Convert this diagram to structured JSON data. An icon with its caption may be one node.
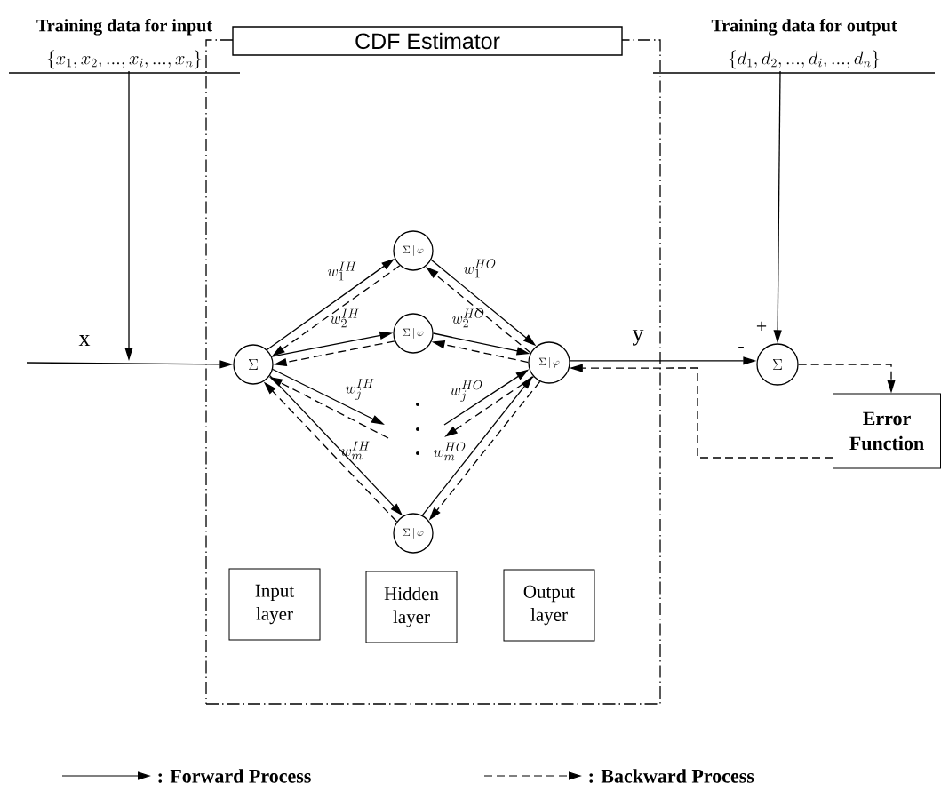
{
  "diagram": {
    "nodes": [
      {
        "text": [
          "Training data for input",
          "\\{x_1, x_2, ..., x_i, ..., x_n\\}"
        ]
      },
      {
        "text": [
          "Training data for output",
          "\\{d_1, d_2, ..., d_i, ..., d_n\\}"
        ]
      },
      {
        "text": [
          "CDF Estimator"
        ]
      },
      {
        "text": [
          "\\Sigma"
        ],
        "in": 2
      },
      {
        "text": [
          "\\Sigma \\,|\\, \\varphi"
        ],
        "in": 2
      },
      {
        "text": [
          "\\Sigma \\,|\\, \\varphi"
        ],
        "in": 2
      },
      {
        "text": [
          "\\Sigma \\,|\\, \\varphi"
        ],
        "in": 2
      },
      {
        "text": [
          "\\Sigma \\,|\\, \\varphi"
        ],
        "in": 2
      },
      {
        "text": [
          "Input layer"
        ],
        "in": 2
      },
      {
        "text": [
          "Hidden layer"
        ],
        "in": 2
      },
      {
        "text": [
          "Output layer"
        ],
        "in": 2
      },
      {
        "text": [
          "\\Sigma"
        ]
      },
      {
        "text": [
          "Error Function"
        ]
      }
    ],
    "edges": [
      {
        "from": null,
        "to": 3,
        "arrow": "to",
        "label": "x"
      },
      {
        "from": 0,
        "to": null,
        "arrow": "to"
      },
      {
        "from": 3,
        "to": 4,
        "arrow": "to",
        "label": "w_1^{IH}"
      },
      {
        "from": 4,
        "to": 3,
        "arrow": "to",
        "style": "dashed"
      },
      {
        "from": 3,
        "to": 5,
        "arrow": "to",
        "label": "w_2^{IH}"
      },
      {
        "from": 5,
        "to": 3,
        "arrow": "to",
        "style": "dashed"
      },
      {
        "from": 3,
        "to": null,
        "arrow": "to",
        "label": "w_j^{IH}"
      },
      {
        "from": null,
        "to": 3,
        "arrow": "to",
        "style": "dashed"
      },
      {
        "from": 3,
        "to": 6,
        "arrow": "to",
        "label": "w_m^{IH}"
      },
      {
        "from": 6,
        "to": 3,
        "arrow": "to",
        "style": "dashed"
      },
      {
        "from": 4,
        "to": 7,
        "arrow": "to",
        "label": "w_1^{HO}"
      },
      {
        "from": 7,
        "to": 4,
        "arrow": "to",
        "style": "dashed"
      },
      {
        "from": 5,
        "to": 7,
        "arrow": "to",
        "label": "w_2^{HO}"
      },
      {
        "from": 7,
        "to": 5,
        "arrow": "to",
        "style": "dashed"
      },
      {
        "from": null,
        "to": 7,
        "arrow": "to",
        "label": "w_j^{HO}"
      },
      {
        "from": 7,
        "to": null,
        "arrow": "to",
        "style": "dashed"
      },
      {
        "from": 6,
        "to": 7,
        "arrow": "to",
        "label": "w_m^{HO}"
      },
      {
        "from": 7,
        "to": 6,
        "arrow": "to",
        "style": "dashed"
      },
      {
        "from": 7,
        "to": 11,
        "arrow": "to",
        "label": "y"
      },
      {
        "from": 1,
        "to": 11,
        "arrow": "to"
      },
      {
        "from": 11,
        "to": 12,
        "arrow": "to",
        "style": "dashed"
      },
      {
        "from": 12,
        "to": 7,
        "arrow": "to",
        "style": "dashed"
      }
    ],
    "labels": [
      "+",
      "-"
    ],
    "legend": [
      {
        "text": ": Forward Process"
      },
      {
        "text": ": Backward Process"
      }
    ]
  }
}
